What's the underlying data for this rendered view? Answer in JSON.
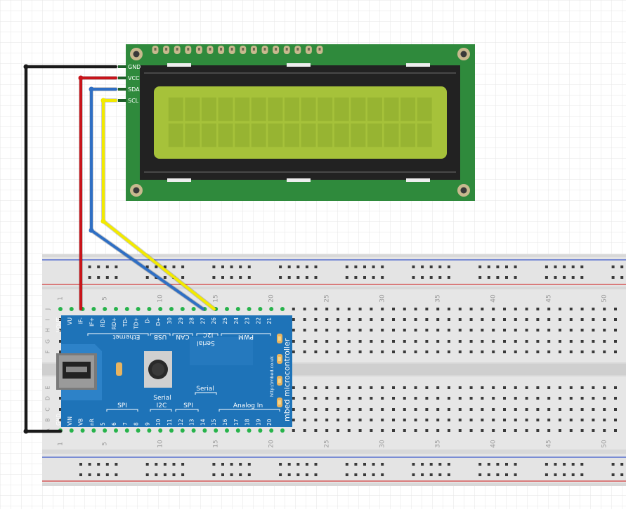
{
  "lcd": {
    "pins": [
      "GND",
      "VCC",
      "SDA",
      "SCL"
    ],
    "rows": 2,
    "cols": 16,
    "colors": {
      "pcb": "#2f8a3c",
      "bezel": "#222222",
      "screen": "#a6c23a",
      "cell": "#97b432"
    }
  },
  "breadboard": {
    "column_numbers": [
      "1",
      "5",
      "10",
      "15",
      "20",
      "25",
      "30",
      "35",
      "40",
      "45",
      "50"
    ],
    "row_letters_top": [
      "J",
      "I",
      "H",
      "G",
      "F"
    ],
    "row_letters_bottom": [
      "E",
      "D",
      "C",
      "B",
      "A"
    ]
  },
  "mbed": {
    "color": "#1e73b8",
    "title": "mbed microcontroller",
    "url": "http://mbed.co.uk",
    "top_pins": [
      "VOUT",
      "VU",
      "IF-",
      "IF+",
      "RD-",
      "RD+",
      "TD-",
      "TD+",
      "D-",
      "D+",
      "30",
      "29",
      "28",
      "27",
      "26",
      "25",
      "24",
      "23",
      "22",
      "21"
    ],
    "bottom_pins": [
      "GND",
      "VIN",
      "VB",
      "nR",
      "5",
      "6",
      "7",
      "8",
      "9",
      "10",
      "11",
      "12",
      "13",
      "14",
      "15",
      "16",
      "17",
      "18",
      "19",
      "20"
    ],
    "top_groups": [
      "Ethernet",
      "USB",
      "CAN",
      "I2C",
      "Serial",
      "PWM"
    ],
    "bottom_groups": [
      "SPI",
      "I2C",
      "Serial",
      "SPI",
      "Serial",
      "Analog In"
    ]
  },
  "wires": [
    {
      "name": "gnd",
      "color": "#1a1a1a"
    },
    {
      "name": "vcc",
      "color": "#c8141a"
    },
    {
      "name": "sda",
      "color": "#2f6fc4"
    },
    {
      "name": "scl",
      "color": "#f2ea00"
    }
  ]
}
